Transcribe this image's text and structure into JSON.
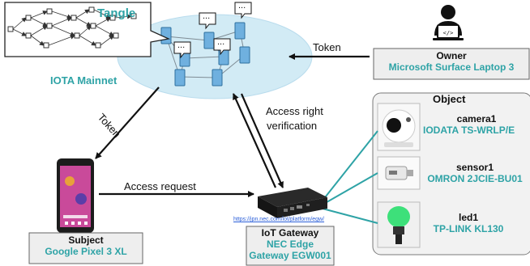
{
  "tangle": {
    "label": "Tangle"
  },
  "network": {
    "label": "IOTA Mainnet"
  },
  "owner": {
    "title": "Owner",
    "device": "Microsoft Surface Laptop 3"
  },
  "subject": {
    "title": "Subject",
    "device": "Google Pixel 3 XL"
  },
  "gateway": {
    "title": "IoT Gateway",
    "device_line1": "NEC Edge",
    "device_line2": "Gateway EGW001",
    "url": "https://jpn.nec.com/iot/platform/egw/"
  },
  "object": {
    "title": "Object",
    "items": [
      {
        "name": "camera1",
        "model": "IODATA TS-WRLP/E"
      },
      {
        "name": "sensor1",
        "model": "OMRON 2JCIE-BU01"
      },
      {
        "name": "led1",
        "model": "TP-LINK KL130"
      }
    ]
  },
  "flows": {
    "owner_token": "Token",
    "subject_token": "Token",
    "access_request": "Access request",
    "verification_line1": "Access right",
    "verification_line2": "verification"
  },
  "bubbles": [
    "...",
    "...",
    "...",
    "..."
  ],
  "colors": {
    "accent": "#2ea3a6",
    "cloud": "#d2ebf5",
    "panel": "#f2f2f2"
  }
}
